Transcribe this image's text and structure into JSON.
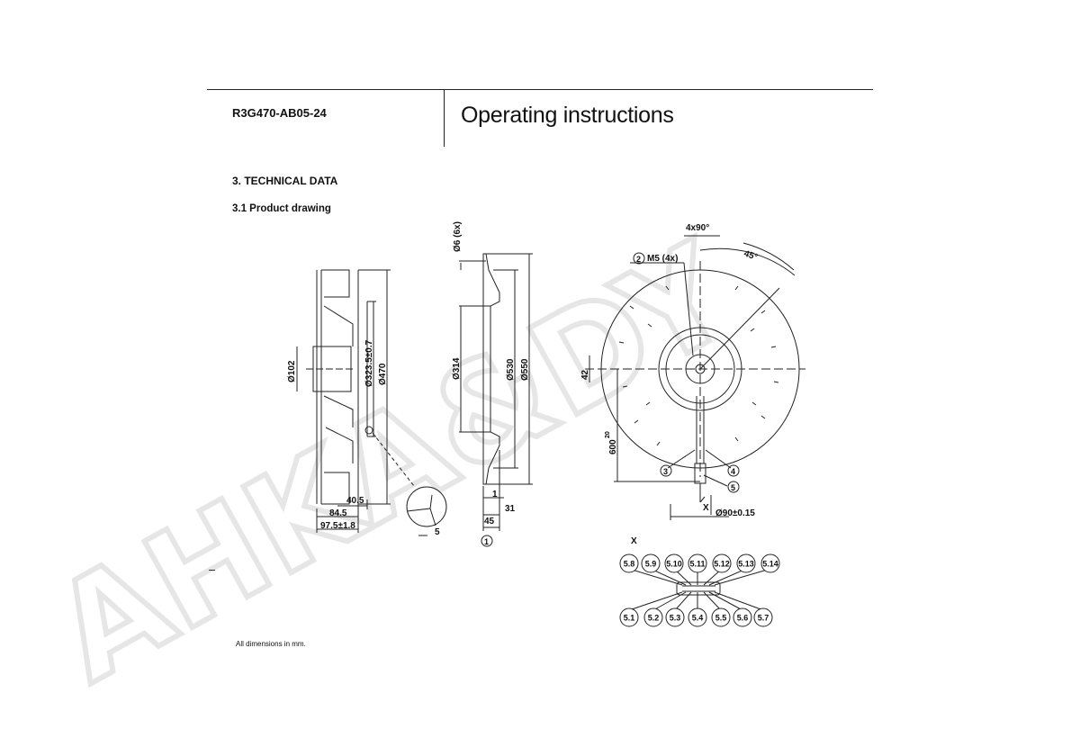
{
  "header": {
    "model": "R3G470-AB05-24",
    "title": "Operating instructions"
  },
  "section": {
    "heading": "3. TECHNICAL DATA",
    "subheading": "3.1 Product drawing"
  },
  "footer": {
    "note": "All dimensions in mm."
  },
  "watermark": {
    "text": "AHKA&DY"
  },
  "drawing": {
    "side_view": {
      "d_hub": "Ø102",
      "d_outer1": "Ø323.5±0.7",
      "d_outer2": "Ø470",
      "w1": "40.5",
      "w2": "84.5",
      "w3": "97.5±1.8",
      "detail_dim": "5"
    },
    "section_view": {
      "holes": "Ø6 (6x)",
      "d_inner": "Ø314",
      "d_mid": "Ø530",
      "d_outer": "Ø550",
      "t1": "1",
      "t2": "31",
      "t3": "45",
      "callout": "1"
    },
    "front_view": {
      "angle_total": "4x90°",
      "angle_half": "45°",
      "thread_callout": "2",
      "thread": "M5 (4x)",
      "offset": "42",
      "cable_length": "600",
      "cable_tol": "20",
      "cable_d": "Ø90±0.15",
      "c3": "3",
      "c4": "4",
      "c5": "5",
      "view_marker": "X"
    },
    "connector": {
      "view_label": "X",
      "top_pins": [
        "5.8",
        "5.9",
        "5.10",
        "5.11",
        "5.12",
        "5.13",
        "5.14"
      ],
      "bottom_pins": [
        "5.1",
        "5.2",
        "5.3",
        "5.4",
        "5.5",
        "5.6",
        "5.7"
      ]
    }
  }
}
